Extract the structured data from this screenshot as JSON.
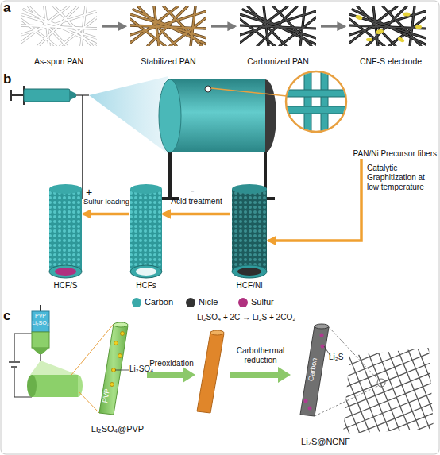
{
  "diagram": {
    "nodes": [
      {
        "text": [
          "As-spun PAN"
        ]
      },
      {
        "text": [
          "Stabilized PAN"
        ]
      },
      {
        "text": [
          "Carbonized PAN"
        ]
      },
      {
        "text": [
          "CNF-S electrode"
        ]
      },
      {
        "text": [
          "PAN/Ni Precursor fibers"
        ]
      },
      {
        "text": [
          "HCF/Ni"
        ]
      },
      {
        "text": [
          "HCFs"
        ]
      },
      {
        "text": [
          "HCF/S"
        ]
      }
    ],
    "edges": [
      {
        "from": 0,
        "to": 1,
        "arrow": "to"
      },
      {
        "from": 1,
        "to": 2,
        "arrow": "to"
      },
      {
        "from": 2,
        "to": 3,
        "arrow": "to"
      },
      {
        "from": 4,
        "to": 5,
        "label": "Catalytic Graphitization at low temperature",
        "arrow": "to"
      },
      {
        "from": 5,
        "to": 6,
        "label": "Acid treatment",
        "arrow": "to"
      },
      {
        "from": 6,
        "to": 7,
        "label": "Sulfur loading",
        "arrow": "to"
      }
    ],
    "labels": [
      "a",
      "b",
      "+",
      "-",
      "c",
      "PVP",
      "Li₂SO₄",
      "Li₂SO₄ + 2C → Li₂S + 2CO₂",
      "Li₂SO₄",
      "PVP",
      "Preoxidation",
      "Carbothermal reduction",
      "Li₂S",
      "Carbon",
      "Li₂SO₄@PVP",
      "Li₂S@NCNF"
    ],
    "legend": [
      {
        "text": "Carbon",
        "color": "#3aa9a9"
      },
      {
        "text": "Nicle",
        "color": "#333333"
      },
      {
        "text": "Sulfur",
        "color": "#b0307f"
      }
    ]
  }
}
